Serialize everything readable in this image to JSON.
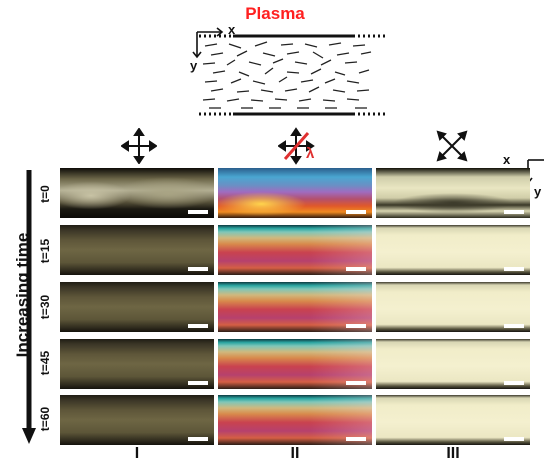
{
  "figure": {
    "title": "Plasma",
    "schematic_axes": {
      "x": "x",
      "y": "y"
    },
    "side_label": "Increasing time",
    "row_labels": [
      "t=0",
      "t=15",
      "t=30",
      "t=45",
      "t=60"
    ],
    "column_labels": [
      "I",
      "II",
      "III"
    ],
    "panel_axes": {
      "x": "x",
      "y": "y"
    },
    "lambda_label": "λ",
    "colors": {
      "title": "#ff2020",
      "lambda_plate": "#e03030",
      "text": "#111111"
    }
  }
}
